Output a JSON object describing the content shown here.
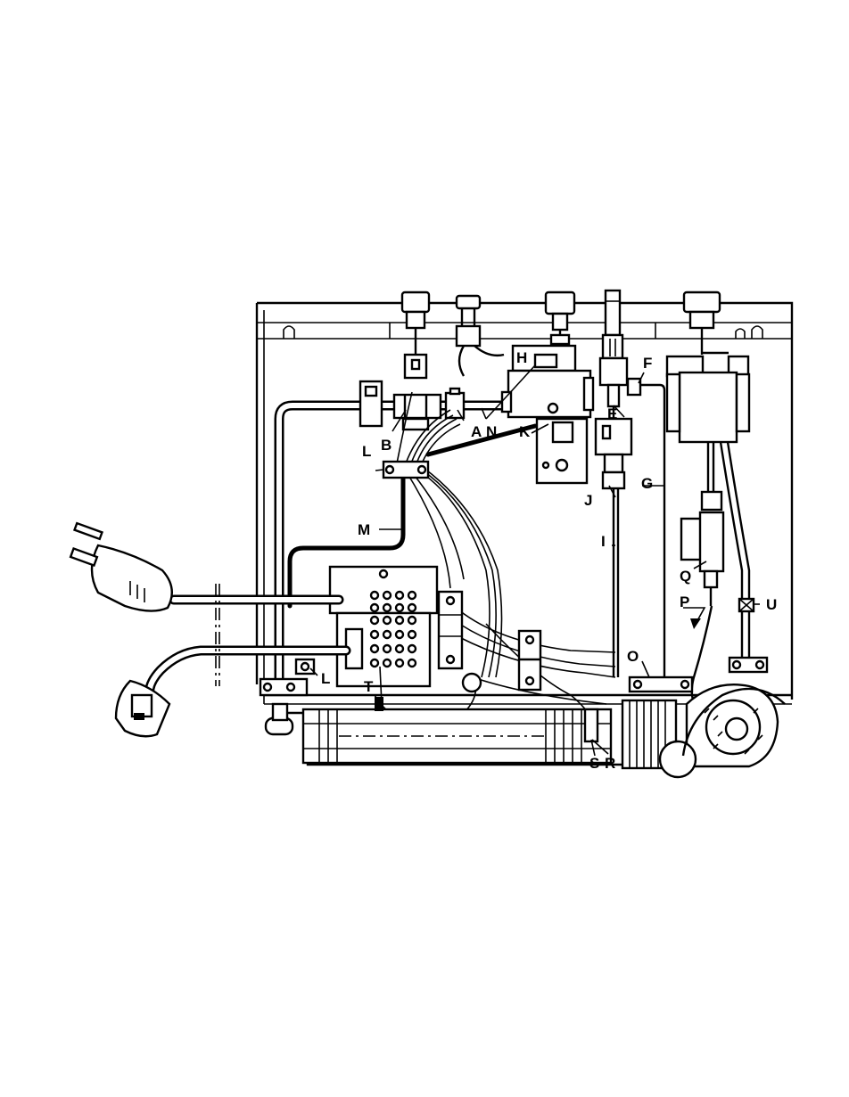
{
  "labels": {
    "A": "A",
    "B": "B",
    "E": "E",
    "F": "F",
    "G": "G",
    "H": "H",
    "I": "I",
    "J": "J",
    "K": "K",
    "L_top": "L",
    "L_bottom": "L",
    "M": "M",
    "N": "N",
    "O": "O",
    "P": "P",
    "Q": "Q",
    "R": "R",
    "S": "S",
    "T": "T",
    "U": "U"
  }
}
